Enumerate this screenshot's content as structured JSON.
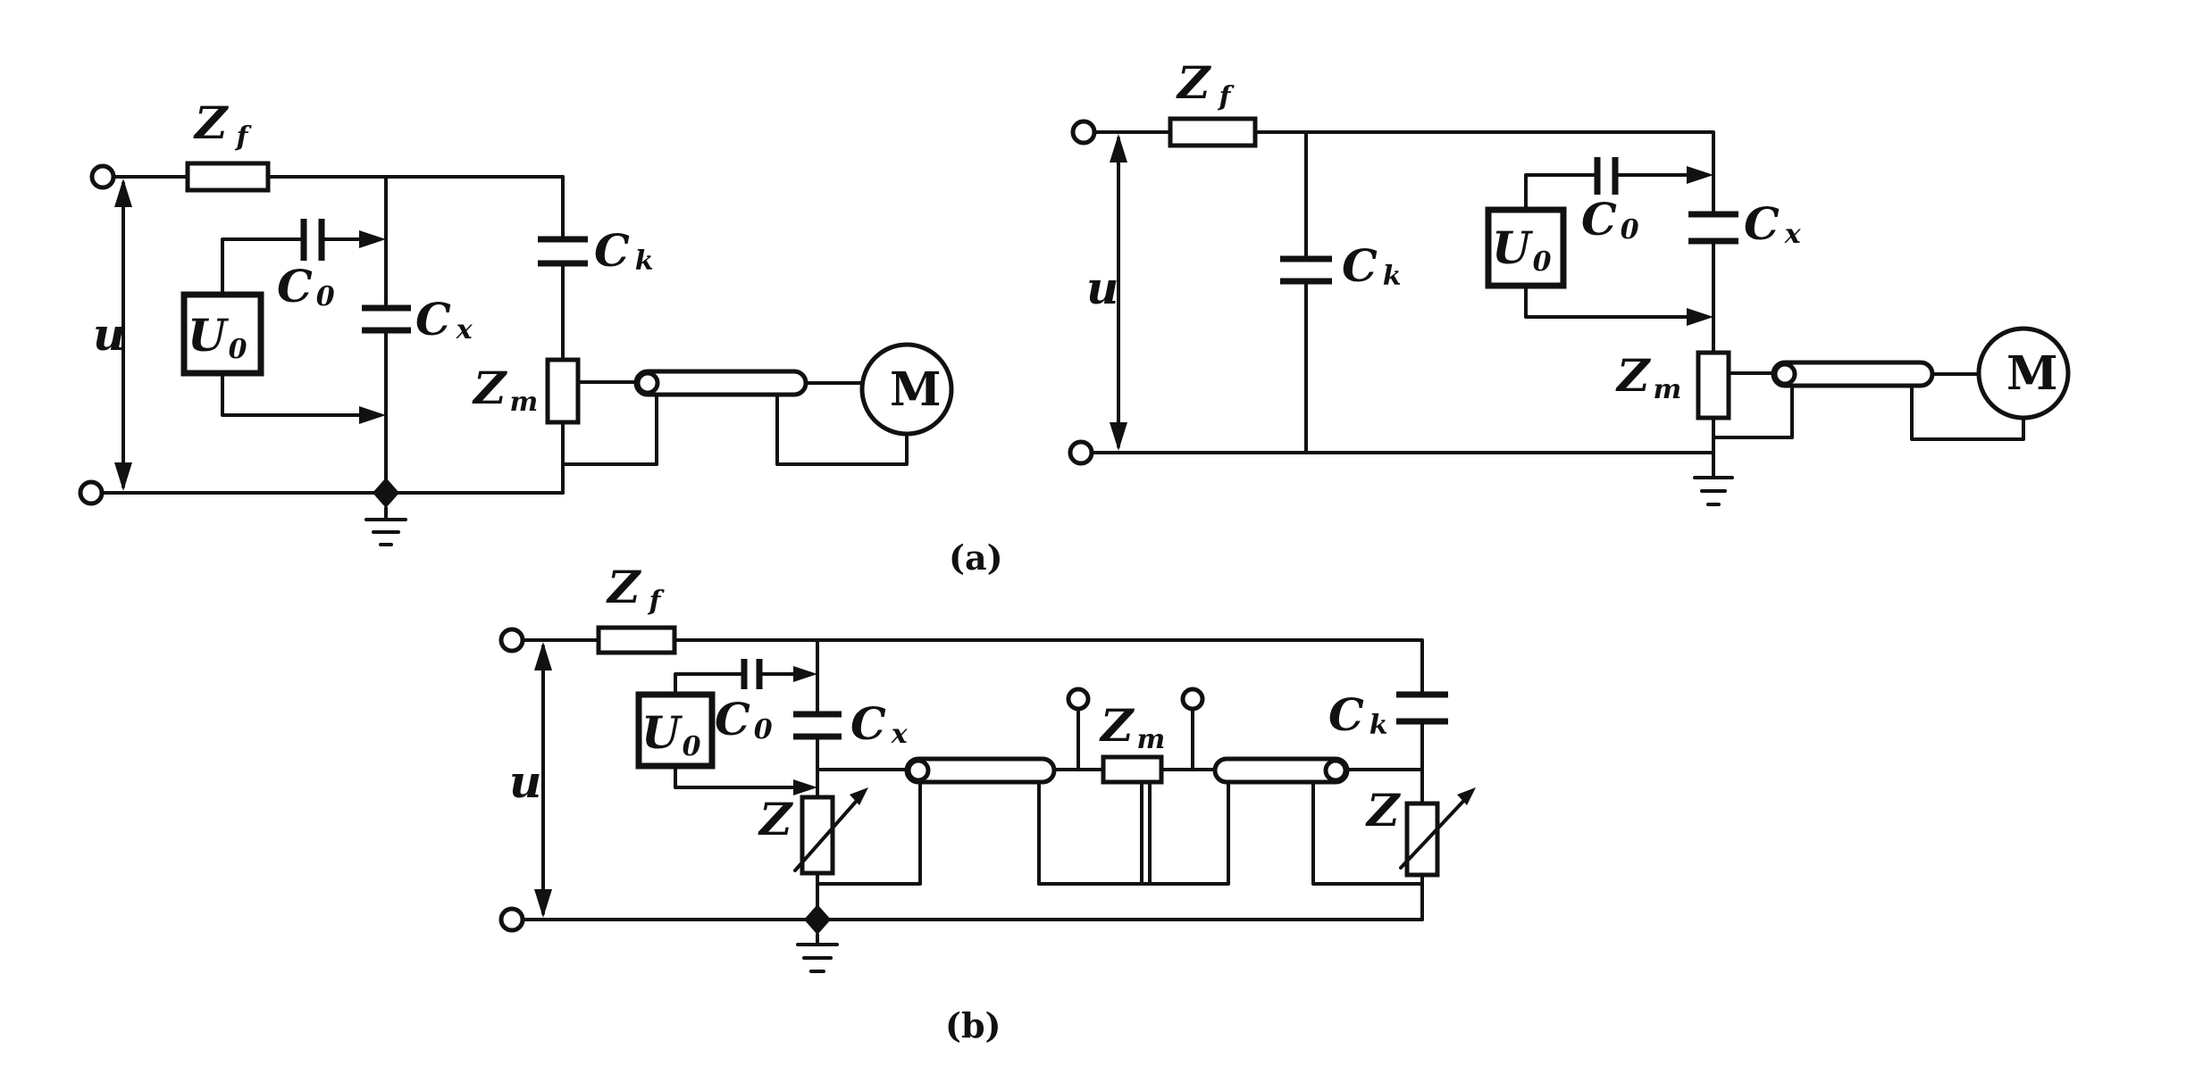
{
  "labels": {
    "Zf": {
      "main": "Z",
      "sub": "f"
    },
    "Ck": {
      "main": "C",
      "sub": "k"
    },
    "Cx": {
      "main": "C",
      "sub": "x"
    },
    "C0": {
      "main": "C",
      "sub": "0"
    },
    "U0": {
      "main": "U",
      "sub": "0"
    },
    "Zm": {
      "main": "Z",
      "sub": "m"
    },
    "Z": "Z",
    "u": "u",
    "M": "M"
  },
  "captions": {
    "a": "(a)",
    "b": "(b)"
  }
}
